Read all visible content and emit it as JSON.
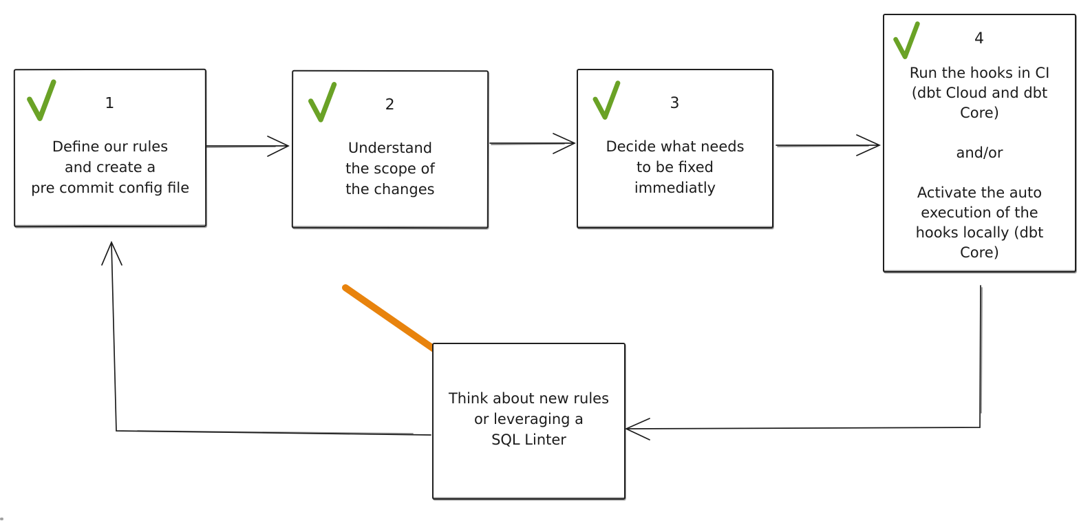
{
  "diagram": {
    "type": "flowchart",
    "style": "hand-drawn-whiteboard",
    "background_color": "#ffffff",
    "stroke_color": "#1b1b1b",
    "check_color": "#6aa226",
    "highlight_arrow_color": "#e8830d",
    "steps": [
      {
        "number": "1",
        "checked": true,
        "check_icon": "green-checkmark",
        "lines": [
          "Define our rules",
          "and create a",
          "pre commit config file"
        ]
      },
      {
        "number": "2",
        "checked": true,
        "check_icon": "green-checkmark",
        "lines": [
          "Understand",
          "the scope of",
          "the changes"
        ]
      },
      {
        "number": "3",
        "checked": true,
        "check_icon": "green-checkmark",
        "lines": [
          "Decide what needs",
          "to be fixed",
          "immediatly"
        ]
      },
      {
        "number": "4",
        "checked": true,
        "check_icon": "green-checkmark",
        "lines": [
          "Run the hooks in CI",
          "(dbt Cloud and dbt",
          "Core)",
          "",
          "and/or",
          "",
          "Activate the auto",
          "execution of the",
          "hooks locally (dbt",
          "Core)"
        ]
      }
    ],
    "loop_box": {
      "lines": [
        "Think about new rules",
        "or leveraging a",
        "SQL Linter"
      ]
    },
    "connectors": [
      {
        "name": "arrow-step1-to-step2",
        "from": "step-1",
        "to": "step-2",
        "direction": "right"
      },
      {
        "name": "arrow-step2-to-step3",
        "from": "step-2",
        "to": "step-3",
        "direction": "right"
      },
      {
        "name": "arrow-step3-to-step4",
        "from": "step-3",
        "to": "step-4",
        "direction": "right"
      },
      {
        "name": "arrow-step4-to-loop-box",
        "from": "step-4",
        "to": "loop-box",
        "direction": "down-then-left"
      },
      {
        "name": "arrow-loop-box-to-step1",
        "from": "loop-box",
        "to": "step-1",
        "direction": "left-then-up"
      },
      {
        "name": "orange-highlight-arrow",
        "from": "canvas",
        "to": "loop-box",
        "direction": "down-right"
      }
    ]
  }
}
